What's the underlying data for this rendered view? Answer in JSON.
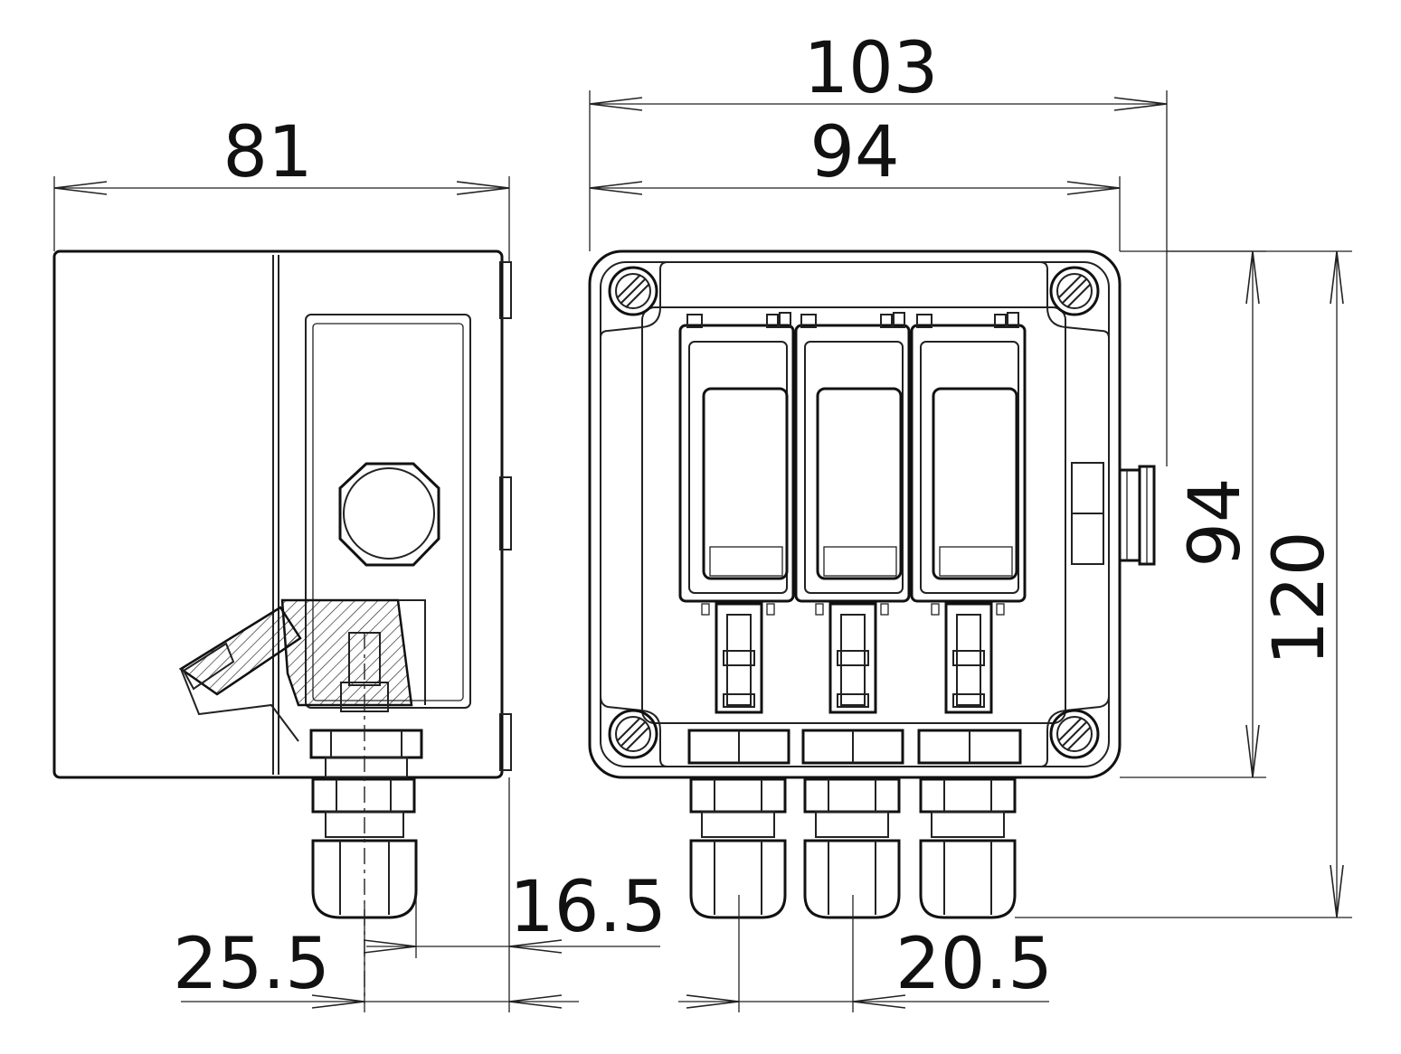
{
  "dimensions": {
    "side_width": "81",
    "front_overall_width": "103",
    "front_body_width": "94",
    "height_body": "94",
    "height_overall": "120",
    "gland_offset_side": "25.5",
    "gland_protrusion": "16.5",
    "gland_pitch": "20.5"
  },
  "colors": {
    "line": "#222222",
    "background": "#ffffff"
  }
}
